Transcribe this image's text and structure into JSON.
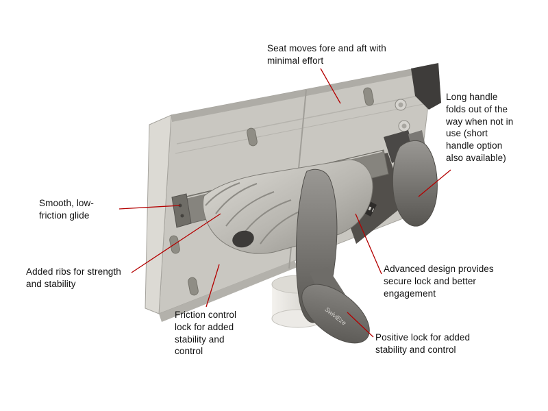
{
  "figure": {
    "description": "Annotated product diagram of a seat slide and swivel mount",
    "logo_text": "SwivlEze"
  },
  "callouts": [
    {
      "id": "seat-moves",
      "text": "Seat moves fore and aft with minimal effort"
    },
    {
      "id": "long-handle",
      "text": "Long handle folds out of the way when not in use (short handle option also available)"
    },
    {
      "id": "smooth-glide",
      "text": "Smooth, low-friction glide"
    },
    {
      "id": "added-ribs",
      "text": "Added ribs for strength and stability"
    },
    {
      "id": "friction-lock",
      "text": "Friction control lock for added stability and control"
    },
    {
      "id": "advanced-design",
      "text": "Advanced design provides secure lock and better engagement"
    },
    {
      "id": "positive-lock",
      "text": "Positive lock for added stability and control"
    }
  ],
  "colors": {
    "background": "#ffffff",
    "leader_line": "#b40000",
    "plate": "#c9c7c1",
    "plate_edge": "#dcdad4",
    "rail": "#86847e",
    "casting_light": "#d9d7d1",
    "casting_dark": "#96948e",
    "lever_light": "#9a9894",
    "lever_dark": "#5b5955",
    "text": "#111111"
  }
}
